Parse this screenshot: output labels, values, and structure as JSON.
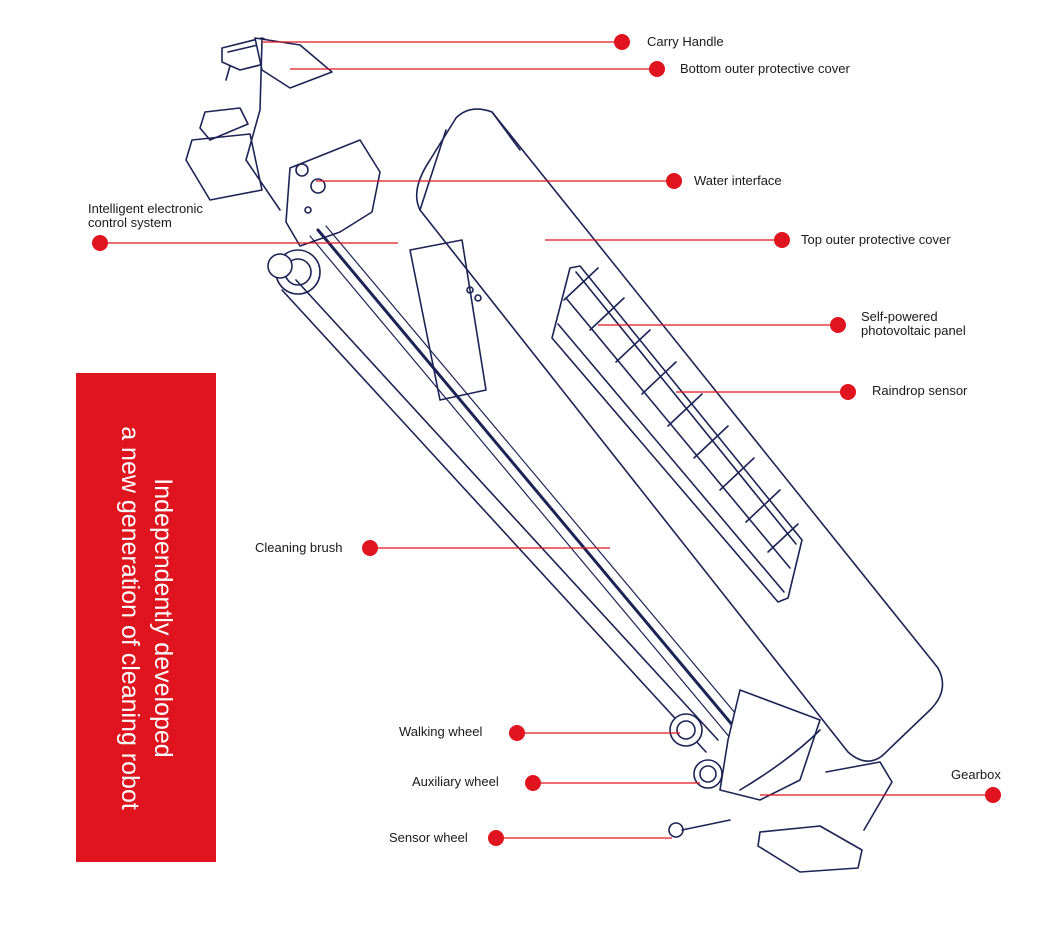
{
  "banner": {
    "text": "Independently developed\na new generation of cleaning robot",
    "color": "#e0141e"
  },
  "colors": {
    "accent": "#e0141e",
    "line_art": "#1c2456"
  },
  "callouts": [
    {
      "id": "carry-handle",
      "label": "Carry Handle"
    },
    {
      "id": "bottom-cover",
      "label": "Bottom outer protective cover"
    },
    {
      "id": "water-interface",
      "label": "Water interface"
    },
    {
      "id": "control-system",
      "label": "Intelligent electronic\ncontrol system"
    },
    {
      "id": "top-cover",
      "label": "Top outer protective cover"
    },
    {
      "id": "pv-panel",
      "label": "Self-powered\nphotovoltaic panel"
    },
    {
      "id": "raindrop-sensor",
      "label": "Raindrop sensor"
    },
    {
      "id": "cleaning-brush",
      "label": "Cleaning brush"
    },
    {
      "id": "walking-wheel",
      "label": "Walking wheel"
    },
    {
      "id": "auxiliary-wheel",
      "label": "Auxiliary wheel"
    },
    {
      "id": "gearbox",
      "label": "Gearbox"
    },
    {
      "id": "sensor-wheel",
      "label": "Sensor wheel"
    }
  ]
}
